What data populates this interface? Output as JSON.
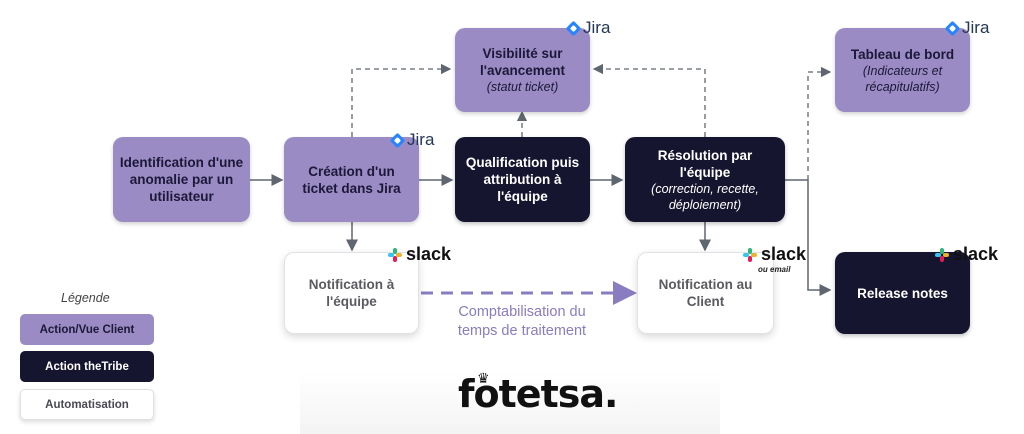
{
  "nodes": {
    "identification": {
      "title": "Identification d'une anomalie par un utilisateur"
    },
    "creation": {
      "title": "Création d'un ticket dans Jira"
    },
    "visibilite": {
      "title": "Visibilité sur l'avancement",
      "subtitle": "(statut ticket)"
    },
    "qualification": {
      "title": "Qualification puis attribution à l'équipe"
    },
    "resolution": {
      "title": "Résolution par l'équipe",
      "subtitle": "(correction, recette, déploiement)"
    },
    "tableau": {
      "title": "Tableau de bord",
      "subtitle": "(Indicateurs et récapitulatifs)"
    },
    "notif_equipe": {
      "title": "Notification à l'équipe"
    },
    "notif_client": {
      "title": "Notification au Client"
    },
    "release": {
      "title": "Release notes"
    }
  },
  "badges": {
    "jira": "Jira",
    "slack": "slack",
    "slack_sub": "ou email"
  },
  "measure": {
    "label": "Comptabilisation du temps de traitement"
  },
  "legend": {
    "title": "Légende",
    "items": [
      {
        "label": "Action/Vue Client",
        "type": "client"
      },
      {
        "label": "Action theTribe",
        "type": "tribe"
      },
      {
        "label": "Automatisation",
        "type": "auto"
      }
    ]
  },
  "logo": {
    "text": "fotetsa."
  },
  "colors": {
    "client": "#9a8bc4",
    "tribe": "#161530",
    "auto": "#ffffff",
    "measure": "#8a7cc0",
    "jira_blue": "#2684ff"
  }
}
